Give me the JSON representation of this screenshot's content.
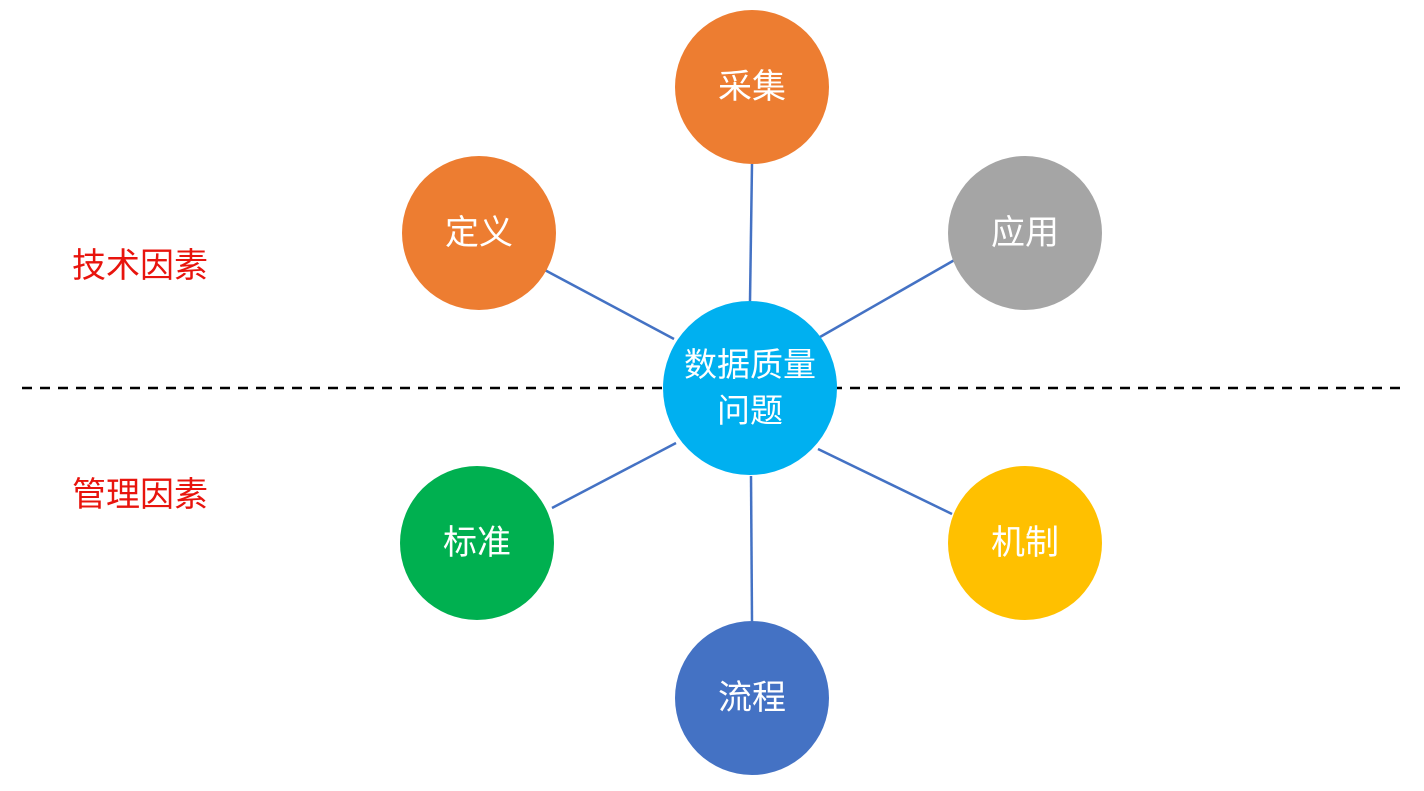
{
  "colors": {
    "label_text": "#e8140d",
    "connector": "#4472c4",
    "divider": "#000000",
    "node_text": "#ffffff"
  },
  "labels": {
    "technical": "技术因素",
    "management": "管理因素"
  },
  "center": {
    "line1": "数据质量",
    "line2": "问题",
    "color": "#00b0f0"
  },
  "nodes": {
    "collect": {
      "label": "采集",
      "color": "#ed7d31"
    },
    "define": {
      "label": "定义",
      "color": "#ed7d31"
    },
    "apply": {
      "label": "应用",
      "color": "#a5a5a5"
    },
    "standard": {
      "label": "标准",
      "color": "#00b050"
    },
    "mechanism": {
      "label": "机制",
      "color": "#ffc000"
    },
    "process": {
      "label": "流程",
      "color": "#4472c4"
    }
  }
}
